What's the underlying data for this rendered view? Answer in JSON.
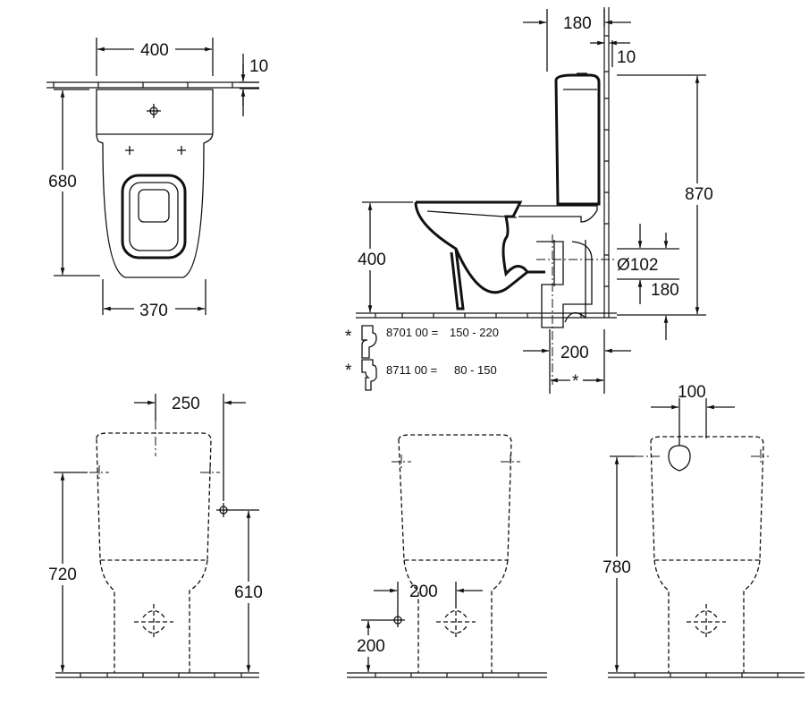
{
  "top_view": {
    "width_top": "400",
    "wall_gap": "10",
    "depth": "680",
    "width_bottom": "370"
  },
  "side_view": {
    "wall_to_cistern": "180",
    "wall_gap": "10",
    "total_height": "870",
    "seat_height": "400",
    "outlet_diameter": "Ø102",
    "outlet_height": "180",
    "outlet_distance": "200",
    "asterisk": "*",
    "adapters": [
      {
        "marker": "*",
        "code": "8701 00 =",
        "range": "150 -  220"
      },
      {
        "marker": "*",
        "code": "8711 00 =",
        "range": "80 -  150"
      }
    ]
  },
  "front_view_left": {
    "spacing": "250",
    "height": "720",
    "inlet_height": "610"
  },
  "front_view_middle": {
    "offset": "200",
    "inlet_height": "200"
  },
  "front_view_right": {
    "spacing": "100",
    "height": "780"
  }
}
